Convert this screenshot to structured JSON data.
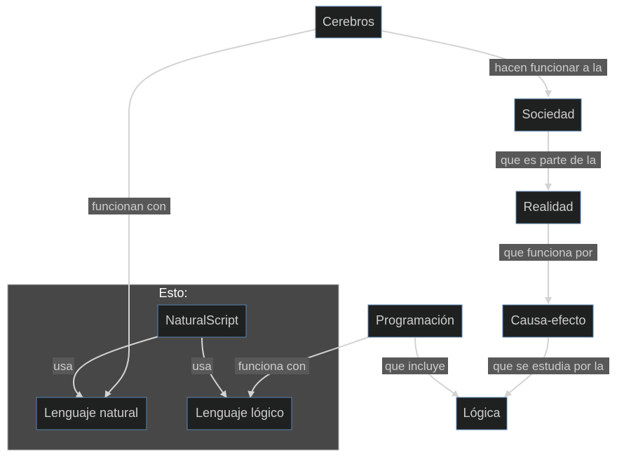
{
  "diagram": {
    "cluster_title": "Esto:",
    "nodes": {
      "cerebros": "Cerebros",
      "sociedad": "Sociedad",
      "realidad": "Realidad",
      "causa_efecto": "Causa-efecto",
      "programacion": "Programación",
      "logica": "Lógica",
      "naturalscript": "NaturalScript",
      "lenguaje_natural": "Lenguaje natural",
      "lenguaje_logico": "Lenguaje lógico"
    },
    "edges": {
      "cerebros_sociedad": "hacen funcionar a la",
      "sociedad_realidad": "que es parte de la",
      "realidad_causa": "que funciona por",
      "causa_logica": "que se estudia por la",
      "programacion_logica": "que incluye",
      "programacion_lenguaje_logico": "funciona con",
      "cerebros_lenguaje_natural": "funcionan con",
      "naturalscript_lenguaje_natural": "usa",
      "naturalscript_lenguaje_logico": "usa"
    }
  }
}
